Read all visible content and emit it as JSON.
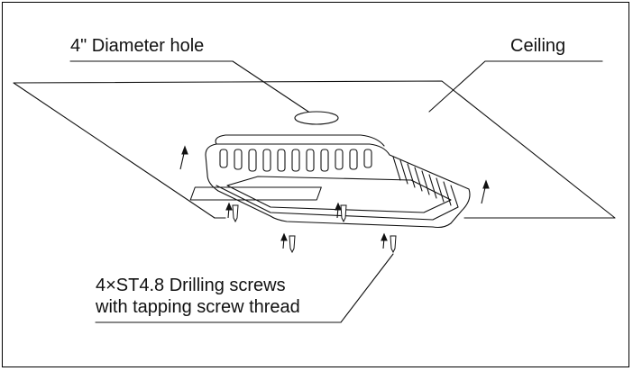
{
  "labels": {
    "hole": "4\" Diameter hole",
    "ceiling": "Ceiling",
    "screws_line1": "4×ST4.8 Drilling screws",
    "screws_line2": "with tapping screw thread"
  },
  "colors": {
    "line": "#111111",
    "background": "#ffffff"
  },
  "icons": [
    "up-arrow-icon",
    "screw-icon"
  ]
}
